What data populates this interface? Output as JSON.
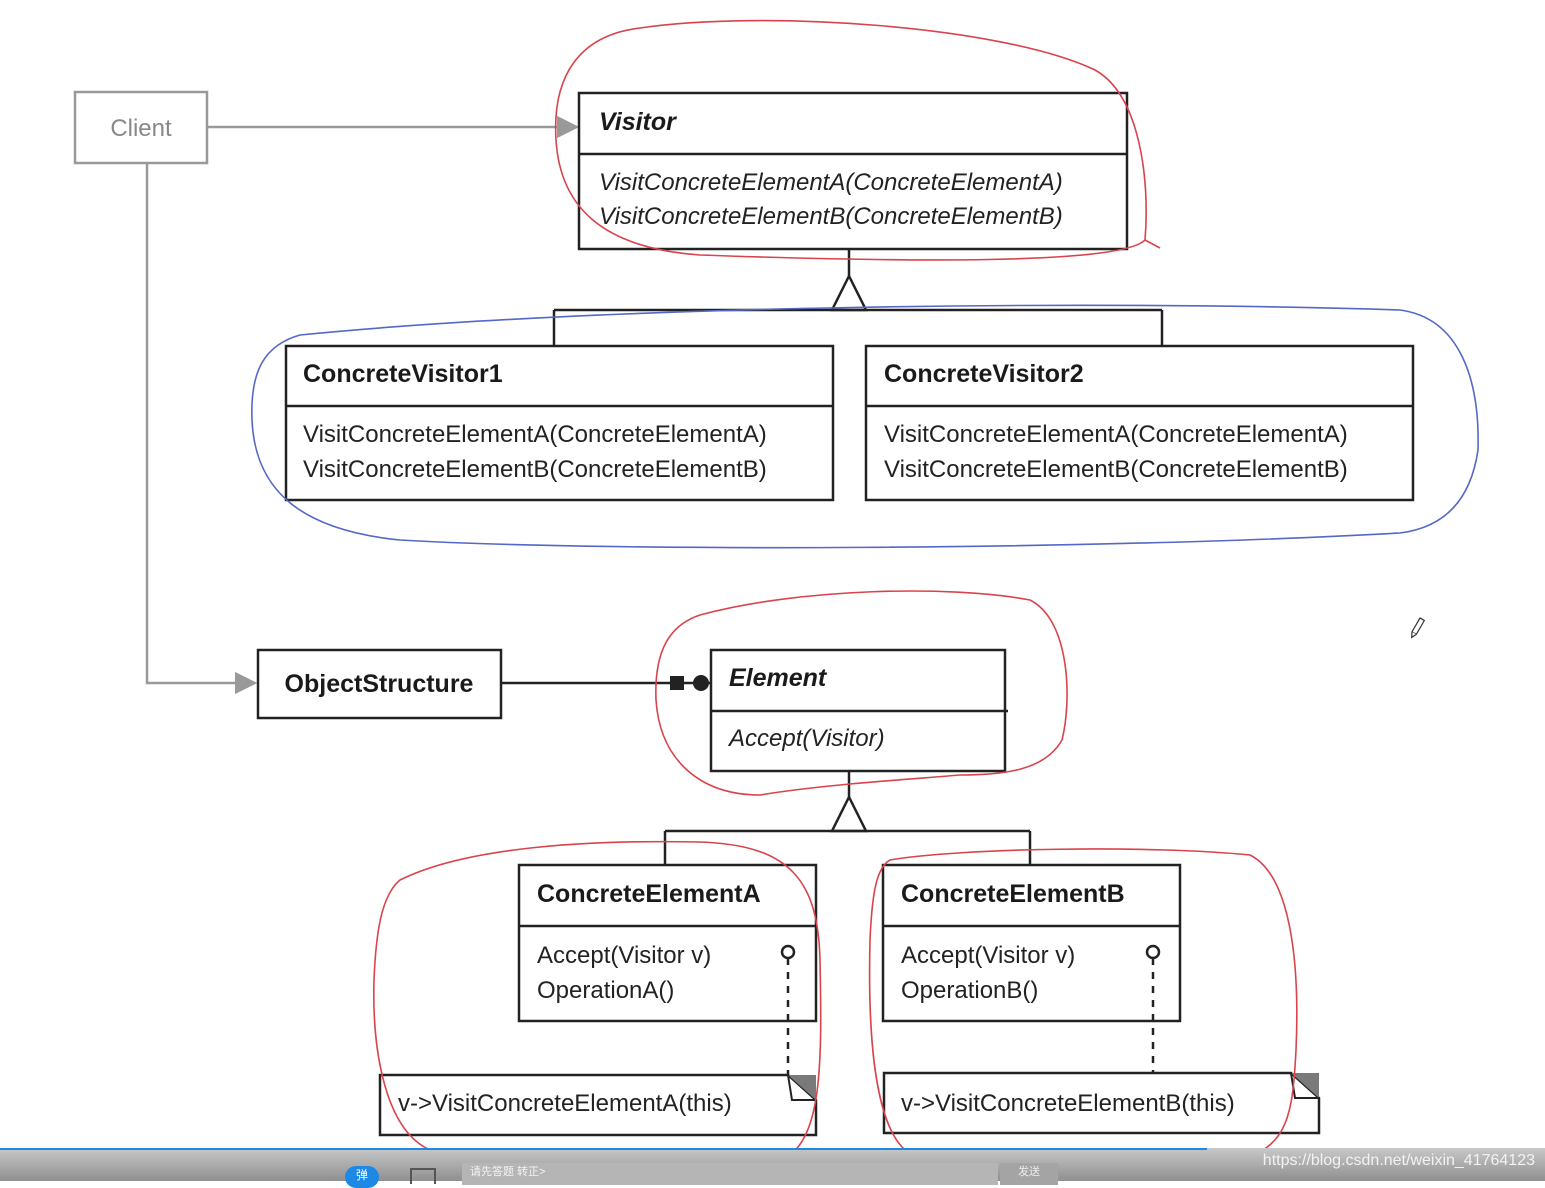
{
  "client": {
    "label": "Client"
  },
  "visitor": {
    "title": "Visitor",
    "ops": [
      "VisitConcreteElementA(ConcreteElementA)",
      "VisitConcreteElementB(ConcreteElementB)"
    ]
  },
  "concrete_visitor_1": {
    "title": "ConcreteVisitor1",
    "ops": [
      "VisitConcreteElementA(ConcreteElementA)",
      "VisitConcreteElementB(ConcreteElementB)"
    ]
  },
  "concrete_visitor_2": {
    "title": "ConcreteVisitor2",
    "ops": [
      "VisitConcreteElementA(ConcreteElementA)",
      "VisitConcreteElementB(ConcreteElementB)"
    ]
  },
  "object_structure": {
    "title": "ObjectStructure"
  },
  "element": {
    "title": "Element",
    "ops": [
      "Accept(Visitor)"
    ]
  },
  "concrete_element_a": {
    "title": "ConcreteElementA",
    "ops": [
      "Accept(Visitor v)",
      "OperationA()"
    ],
    "note": "v->VisitConcreteElementA(this)"
  },
  "concrete_element_b": {
    "title": "ConcreteElementB",
    "ops": [
      "Accept(Visitor v)",
      "OperationB()"
    ],
    "note": "v->VisitConcreteElementB(this)"
  },
  "bottom_bar": {
    "danmaku_icon_label": "弹",
    "input_placeholder": "请先答题 转正>",
    "send_label": "发送",
    "watermark": "https://blog.csdn.net/weixin_41764123"
  }
}
